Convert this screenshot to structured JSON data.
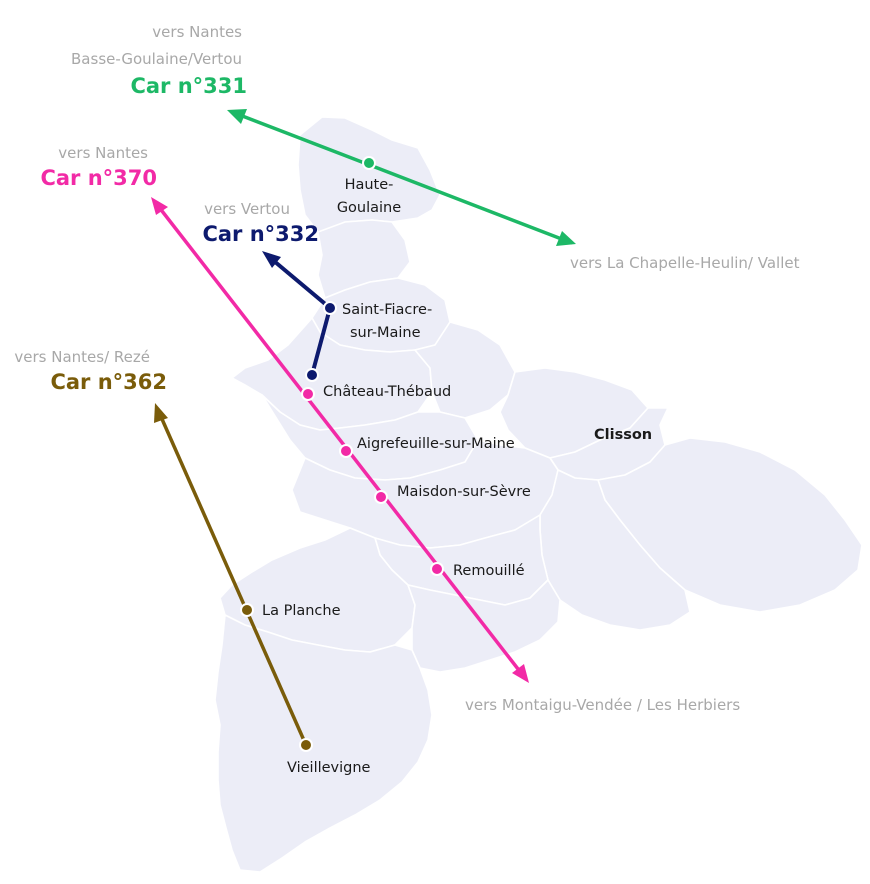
{
  "colors": {
    "line_331": "#1db866",
    "line_370": "#f22aa6",
    "line_332": "#0d1a6e",
    "line_362": "#7a5c0a",
    "territory": "#ecedf7",
    "muted_text": "#a8a8a8"
  },
  "lines": {
    "l331": {
      "car": "Car n°331",
      "dir_line1": "vers  Nantes",
      "dir_line2": "Basse-Goulaine/Vertou",
      "dest": "vers La Chapelle-Heulin/ Vallet"
    },
    "l370": {
      "car": "Car n°370",
      "dir": "vers Nantes",
      "dest": "vers Montaigu-Vendée / Les Herbiers"
    },
    "l332": {
      "car": "Car n°332",
      "dir": "vers Vertou"
    },
    "l362": {
      "car": "Car n°362",
      "dir": "vers Nantes/ Rezé"
    }
  },
  "towns": {
    "haute_goulaine_1": "Haute-",
    "haute_goulaine_2": "Goulaine",
    "saint_fiacre_1": "Saint-Fiacre-",
    "saint_fiacre_2": "sur-Maine",
    "chateau_thebaud": "Château-Thébaud",
    "aigrefeuille": "Aigrefeuille-sur-Maine",
    "maisdon": "Maisdon-sur-Sèvre",
    "remouille": "Remouillé",
    "clisson": "Clisson",
    "la_planche": "La Planche",
    "vieillevigne": "Vieillevigne"
  }
}
